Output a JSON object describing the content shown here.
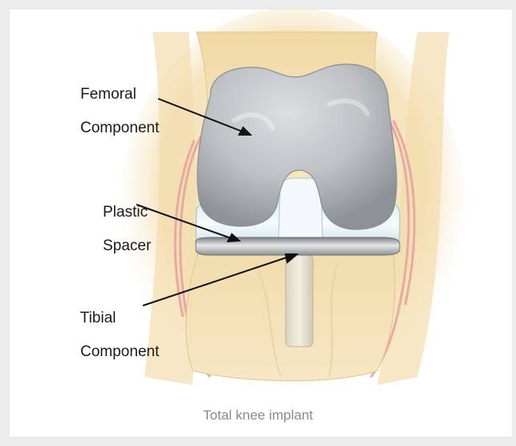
{
  "labels": {
    "femoral_line1": "Femoral",
    "femoral_line2": "Component",
    "plastic_line1": "Plastic",
    "plastic_line2": "Spacer",
    "tibial_line1": "Tibial",
    "tibial_line2": "Component"
  },
  "caption": "Total knee implant",
  "colors": {
    "page_border": "#ebebeb",
    "panel": "#ffffff",
    "bone": "#f2dfb3",
    "metal": "#b9bcc0",
    "spacer": "#eef6f8",
    "ligament": "#e9a0a0",
    "caption": "#8a8a8a"
  }
}
